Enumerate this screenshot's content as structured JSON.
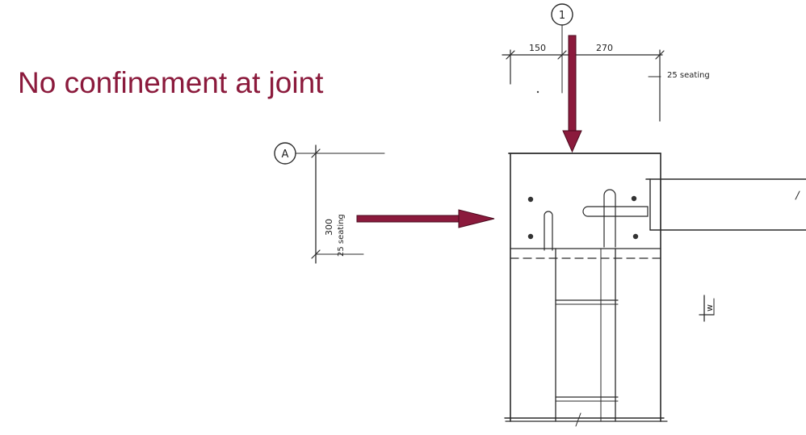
{
  "slide": {
    "title": "No confinement at joint"
  },
  "drawing": {
    "grid_labels": {
      "column": "1",
      "row": "A"
    },
    "dims": {
      "left_offset": "150",
      "right_offset": "270",
      "height": "300"
    },
    "notes": {
      "top_seating": "25 seating",
      "side_seating": "25 seating"
    },
    "level_mark": "w"
  },
  "colors": {
    "title": "#8b1a3c",
    "arrow": "#8b1a3c",
    "linework": "#2a2a2a"
  }
}
